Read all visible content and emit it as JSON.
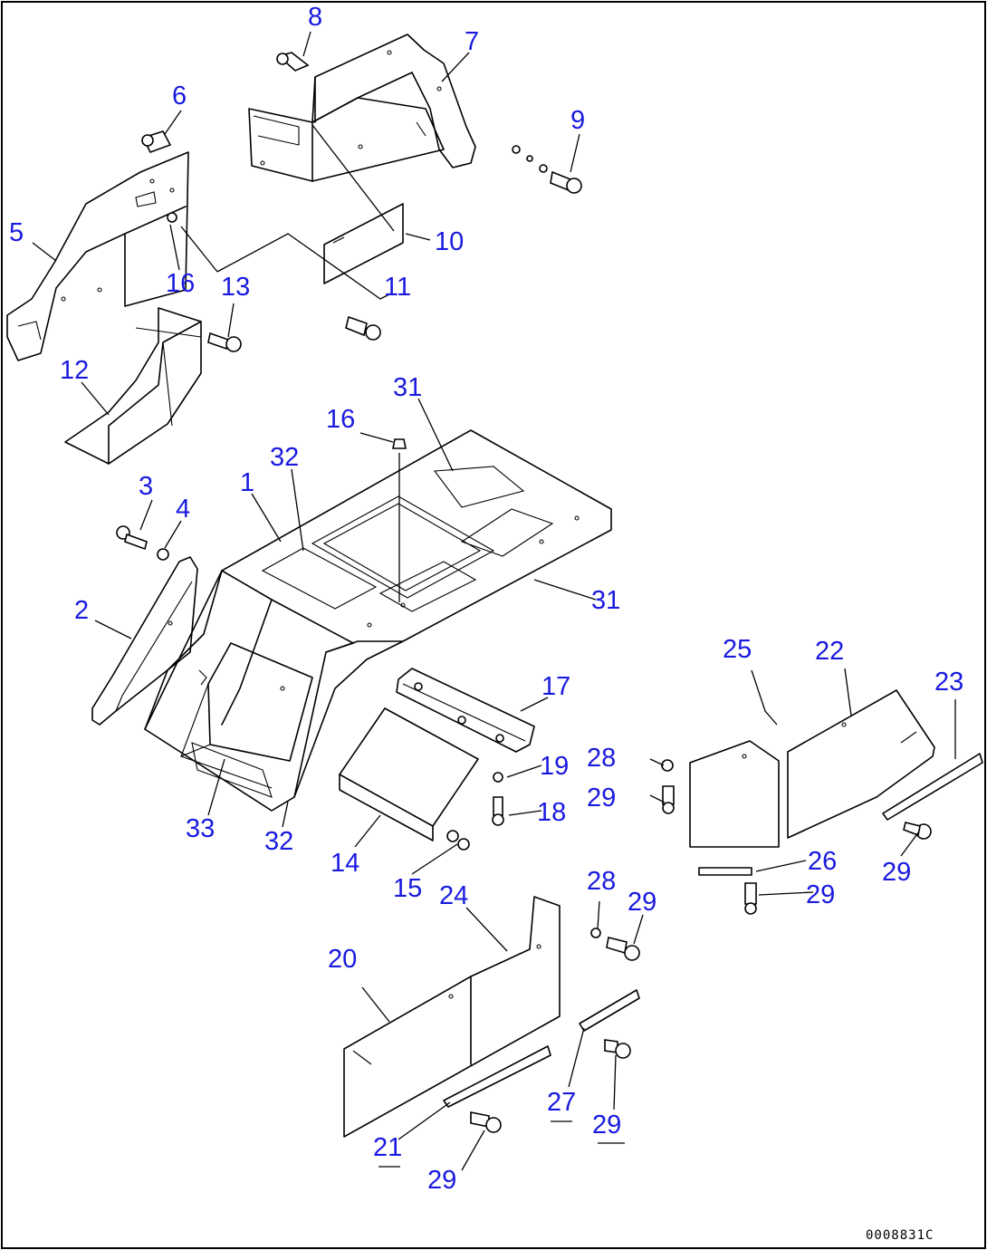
{
  "diagram": {
    "callouts": {
      "c1": "1",
      "c2": "2",
      "c3": "3",
      "c4": "4",
      "c5": "5",
      "c6": "6",
      "c7": "7",
      "c8": "8",
      "c9": "9",
      "c10": "10",
      "c11": "11",
      "c12": "12",
      "c13": "13",
      "c14": "14",
      "c15": "15",
      "c16a": "16",
      "c16b": "16",
      "c17": "17",
      "c18": "18",
      "c19": "19",
      "c20": "20",
      "c21": "21",
      "c22": "22",
      "c23": "23",
      "c24": "24",
      "c25": "25",
      "c26": "26",
      "c27": "27",
      "c28a": "28",
      "c28b": "28",
      "c29a": "29",
      "c29b": "29",
      "c29c": "29",
      "c29d": "29",
      "c29e": "29",
      "c29f": "29",
      "c31a": "31",
      "c31b": "31",
      "c32a": "32",
      "c32b": "32",
      "c33": "33"
    },
    "drawing_ref": "0008831C",
    "callout_color": "#1a1adf"
  }
}
